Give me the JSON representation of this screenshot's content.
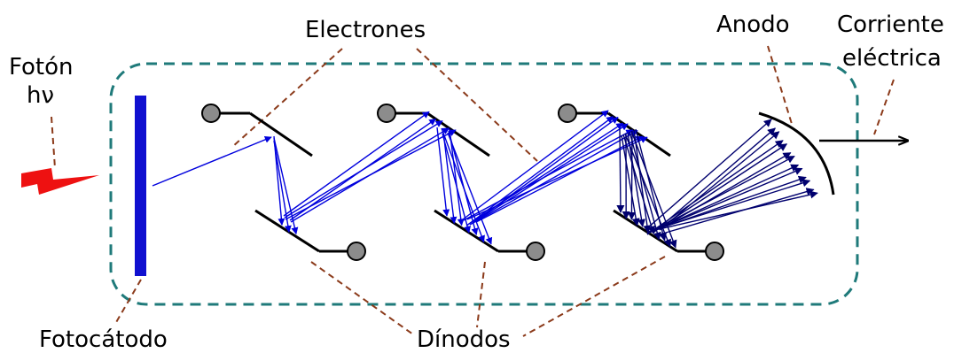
{
  "labels": {
    "photon_line1": "Fotón",
    "photon_line2": "hν",
    "photocathode": "Fotocátodo",
    "electrons": "Electrones",
    "dynodes": "Dínodos",
    "anode": "Anodo",
    "current_line1": "Corriente",
    "current_line2": "eléctrica"
  },
  "colors": {
    "enclosure": "#1f7a7a",
    "leader": "#8b3a1a",
    "photocathode": "#1010d0",
    "photon": "#ee1111",
    "electron_ray": "#0000dd",
    "anode_ray": "#00006e",
    "electrode": "#000000",
    "terminal": "#8c8c8c"
  }
}
